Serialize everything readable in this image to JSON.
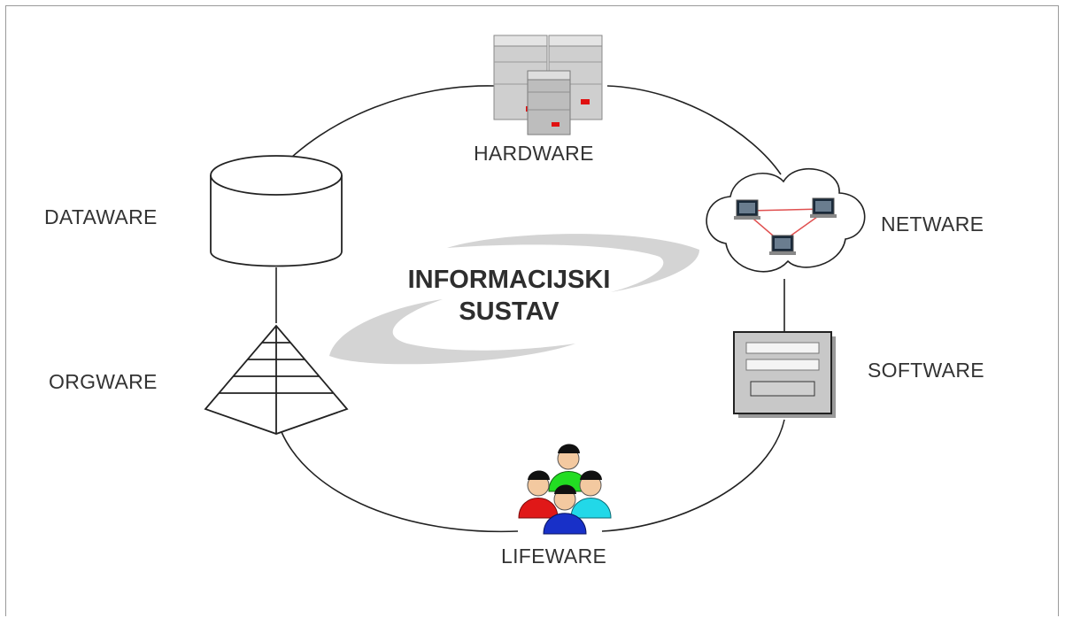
{
  "diagram": {
    "center_title": [
      "INFORMACIJSKI",
      "SUSTAV"
    ],
    "components": {
      "hardware": "HARDWARE",
      "netware": "NETWARE",
      "software": "SOFTWARE",
      "lifeware": "LIFEWARE",
      "orgware": "ORGWARE",
      "dataware": "DATAWARE"
    },
    "colors": {
      "swirl": "#d4d4d4",
      "network_link": "#e05050",
      "server_led": "#e01010",
      "person_green": "#22dd22",
      "person_red": "#e01818",
      "person_cyan": "#22d8e8",
      "person_blue": "#1830c8"
    },
    "icons": [
      "server-stack-icon",
      "network-cloud-icon",
      "software-window-icon",
      "people-group-icon",
      "pyramid-icon",
      "database-cylinder-icon"
    ]
  }
}
